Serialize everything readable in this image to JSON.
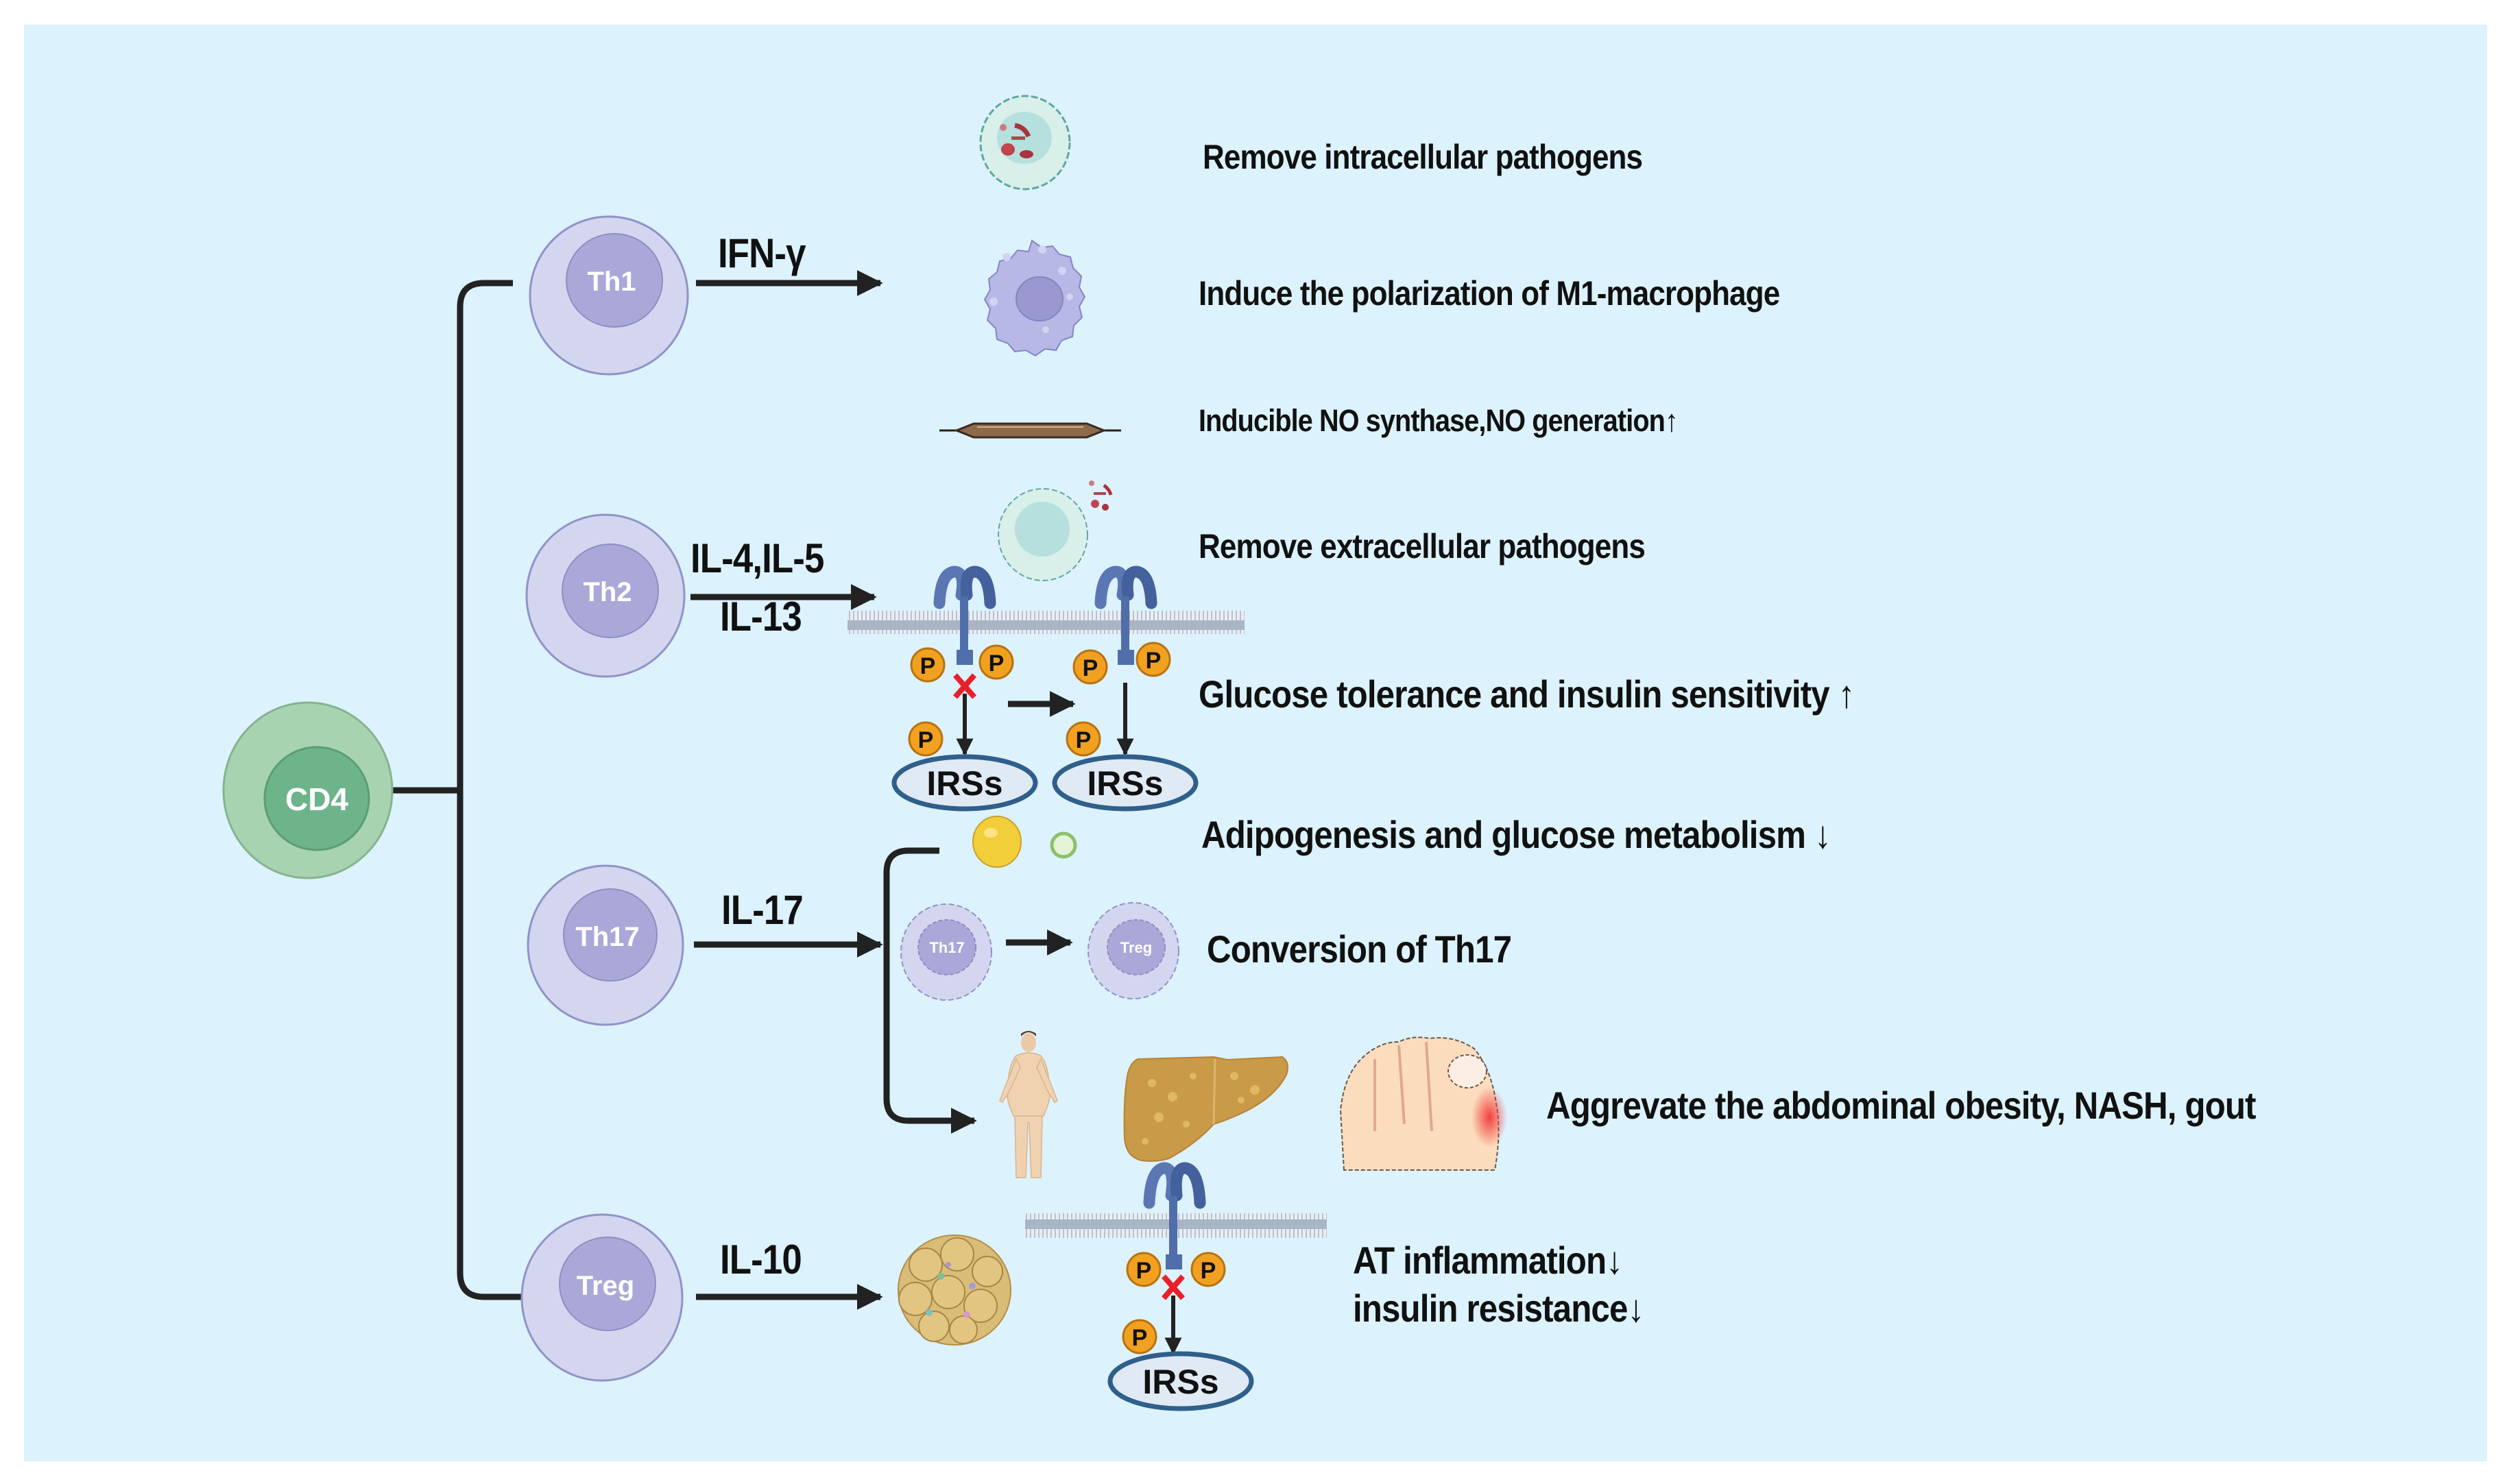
{
  "figure": {
    "background_color": "#dcf2fd",
    "root_cell": {
      "label": "CD4",
      "color": "#a8d3b0",
      "nucleus_color": "#6db48a"
    },
    "subsets": [
      {
        "id": "th1",
        "label": "Th1",
        "cytokine_lines": [
          "IFN-γ"
        ]
      },
      {
        "id": "th2",
        "label": "Th2",
        "cytokine_lines": [
          "IL-4,IL-5",
          "IL-13"
        ]
      },
      {
        "id": "th17",
        "label": "Th17",
        "cytokine_lines": [
          "IL-17"
        ]
      },
      {
        "id": "treg",
        "label": "Treg",
        "cytokine_lines": [
          "IL-10"
        ]
      }
    ],
    "effects": {
      "intracellular": "Remove intracellular pathogens",
      "m1": "Induce the polarization of M1-macrophage",
      "no": "Inducible NO synthase,NO generation↑",
      "extracellular": "Remove extracellular pathogens",
      "glucose": "Glucose tolerance and insulin sensitivity ↑",
      "adipogenesis": "Adipogenesis and glucose metabolism ↓",
      "conversion": "Conversion of Th17",
      "aggravate": "Aggrevate the abdominal obesity, NASH, gout",
      "at_inflammation": "AT inflammation↓",
      "insulin_resistance": "insulin resistance↓"
    },
    "signaling": {
      "irs_label": "IRSs",
      "phospho_label": "P",
      "small_cells": {
        "from": "Th17",
        "to": "Treg"
      }
    },
    "colors": {
      "t_cell_outer": "#d3d6ee",
      "t_cell_inner": "#aaa8d8",
      "t_cell_stroke": "#8f93c9",
      "receptor": "#4f6eaa",
      "phospho": "#f1a020",
      "irs_stroke": "#2f5f8a",
      "block_x": "#e8202a",
      "arrow": "#222222"
    },
    "icons": [
      "intracellular-pathogen-cell-icon",
      "m1-macrophage-icon",
      "no-synthase-rod-icon",
      "extracellular-pathogen-cell-icon",
      "insulin-receptor-icon",
      "cell-membrane-icon",
      "fat-droplet-icon",
      "obese-human-icon",
      "fatty-liver-icon",
      "gout-toe-icon",
      "adipose-tissue-icon"
    ]
  }
}
